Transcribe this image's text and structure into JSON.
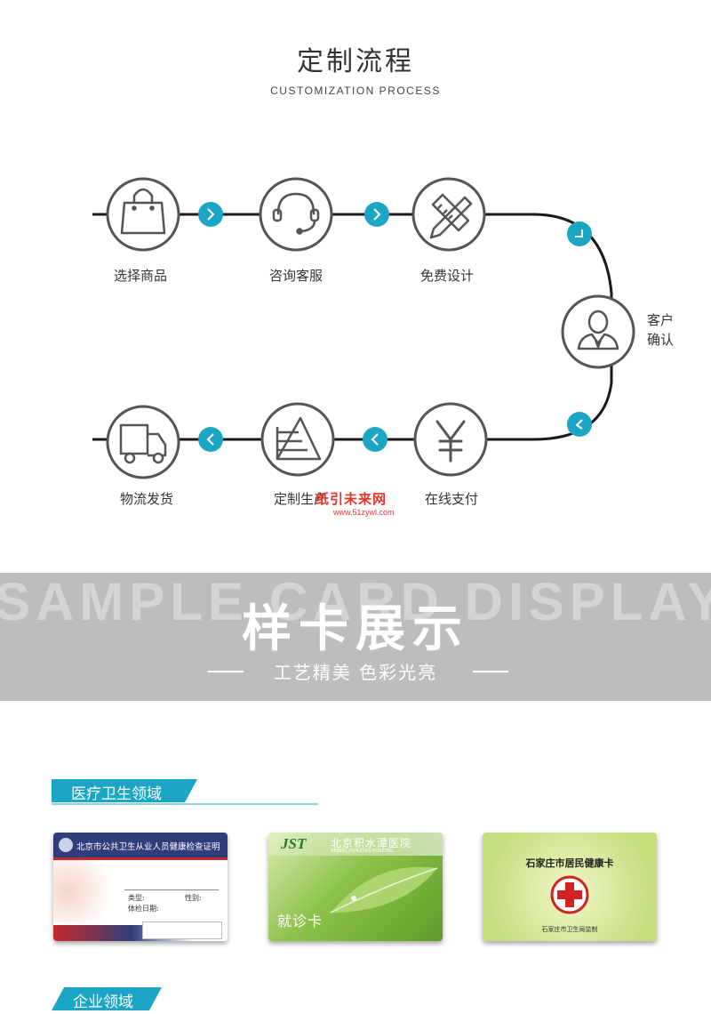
{
  "header": {
    "title": "定制流程",
    "subtitle": "CUSTOMIZATION PROCESS"
  },
  "process": {
    "steps": [
      {
        "label": "选择商品",
        "icon": "shopping-bag-icon"
      },
      {
        "label": "咨询客服",
        "icon": "headset-icon"
      },
      {
        "label": "免费设计",
        "icon": "pencil-ruler-icon"
      },
      {
        "label": "客户确认",
        "line1": "客户",
        "line2": "确认",
        "icon": "user-suit-icon"
      },
      {
        "label": "在线支付",
        "icon": "yen-icon"
      },
      {
        "label": "定制生产",
        "icon": "production-icon"
      },
      {
        "label": "物流发货",
        "icon": "delivery-truck-icon"
      }
    ]
  },
  "watermark": {
    "name": "纸引未来网",
    "url": "www.51zywl.com"
  },
  "banner": {
    "bg_text": "SAMPLE CARD DISPLAY",
    "title": "样卡展示",
    "subtitle": "工艺精美 色彩光亮"
  },
  "sections": [
    {
      "label": "医疗卫生领域"
    },
    {
      "label": "企业领域"
    }
  ],
  "cards": {
    "card1": {
      "title": "北京市公共卫生从业人员健康检查证明",
      "field_type": "类型:",
      "field_gender": "性别:",
      "field_date": "体检日期:"
    },
    "card2": {
      "logo": "JST",
      "hospital": "北京积水潭医院",
      "hospital_en": "BEIJING JISHUITAN HOSPITAL",
      "label": "就诊卡"
    },
    "card3": {
      "title": "石家庄市居民健康卡",
      "footer": "石家庄市卫生局监制"
    }
  },
  "colors": {
    "accent": "#1ba6c6",
    "line": "#1a1a1a",
    "icon_stroke": "#555555",
    "banner_gray": "#bdbdbd"
  }
}
